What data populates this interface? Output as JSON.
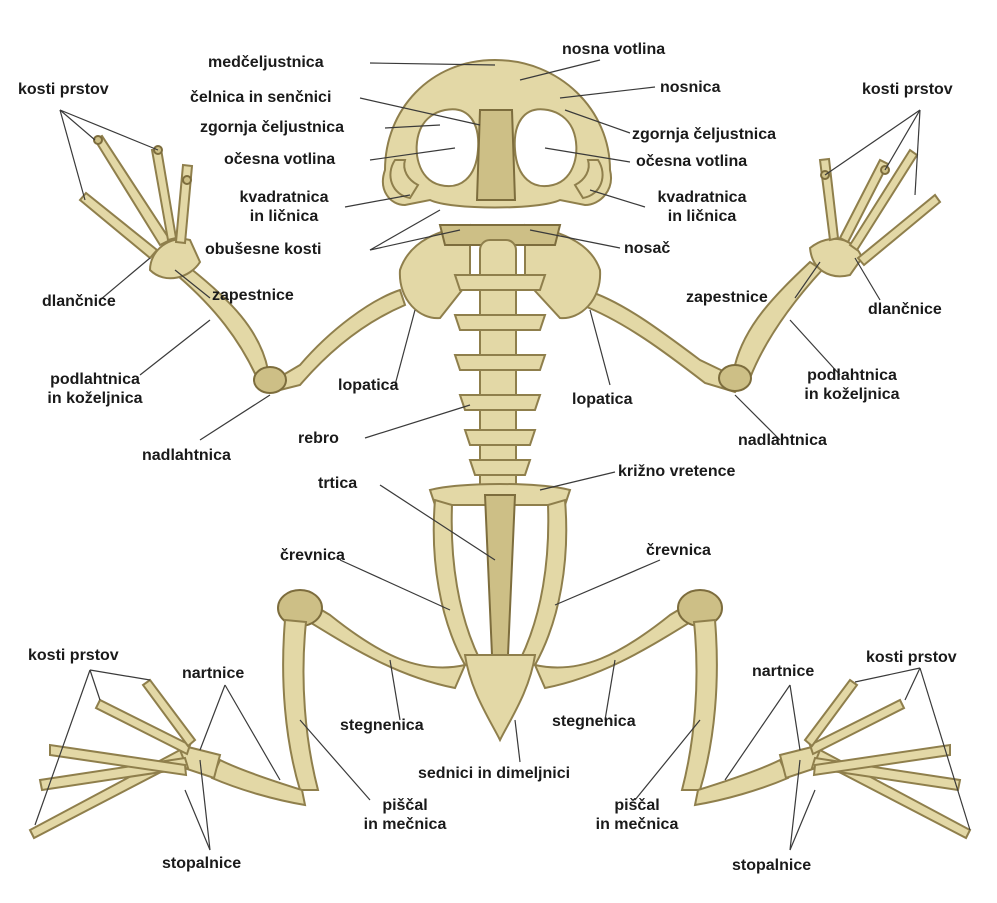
{
  "colors": {
    "bone": "#e3d8a6",
    "bone_shadow": "#cdbf86",
    "outline": "#8f7f4c",
    "leader": "#3a3a3a",
    "text": "#1a1a1a"
  },
  "labels": {
    "medceljustnica": "medčeljustnica",
    "nosna_votlina": "nosna votlina",
    "nosnica": "nosnica",
    "celnica": "čelnica in senčnici",
    "zgornja_l": "zgornja čeljustnica",
    "zgornja_r": "zgornja čeljustnica",
    "ocesna_l": "očesna votlina",
    "ocesna_r": "očesna votlina",
    "kvadratnica_l_1": "kvadratnica",
    "kvadratnica_l_2": "in ličnica",
    "kvadratnica_r_1": "kvadratnica",
    "kvadratnica_r_2": "in ličnica",
    "obusesne": "obušesne kosti",
    "nosac": "nosač",
    "kosti_prstov_tl": "kosti prstov",
    "kosti_prstov_tr": "kosti prstov",
    "dlancnice_l": "dlančnice",
    "dlancnice_r": "dlančnice",
    "zapestnice_l": "zapestnice",
    "zapestnice_r": "zapestnice",
    "podlahtnica_l_1": "podlahtnica",
    "podlahtnica_l_2": "in koželjnica",
    "podlahtnica_r_1": "podlahtnica",
    "podlahtnica_r_2": "in koželjnica",
    "lopatica_l": "lopatica",
    "lopatica_r": "lopatica",
    "nadlahtnica_l": "nadlahtnica",
    "nadlahtnica_r": "nadlahtnica",
    "rebro": "rebro",
    "krizno": "križno vretence",
    "trtica": "trtica",
    "crevnica_l": "črevnica",
    "crevnica_r": "črevnica",
    "kosti_prstov_bl": "kosti prstov",
    "kosti_prstov_br": "kosti prstov",
    "nartnice_l": "nartnice",
    "nartnice_r": "nartnice",
    "stegnenica_l": "stegnenica",
    "stegnenica_r": "stegnenica",
    "sednici": "sednici in dimeljnici",
    "piscal_l_1": "piščal",
    "piscal_l_2": "in mečnica",
    "piscal_r_1": "piščal",
    "piscal_r_2": "in mečnica",
    "stopalnice_l": "stopalnice",
    "stopalnice_r": "stopalnice"
  }
}
